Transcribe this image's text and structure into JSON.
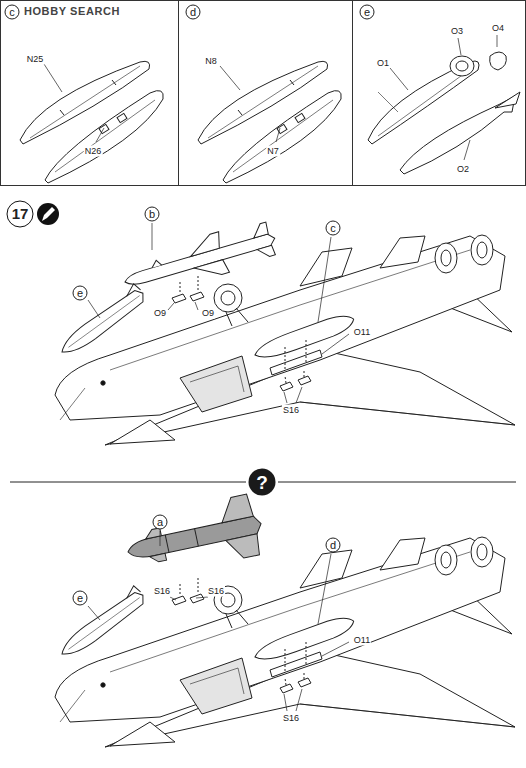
{
  "diagram": {
    "nodes": [
      {
        "text": [
          "c",
          "N25",
          "N26"
        ]
      },
      {
        "text": [
          "d",
          "N8",
          "N7"
        ]
      },
      {
        "text": [
          "e",
          "O1",
          "O3",
          "O4",
          "O2"
        ]
      }
    ],
    "labels": [
      "HOBBY SEARCH",
      "17",
      "b",
      "c",
      "e",
      "O9",
      "O9",
      "O11",
      "S16",
      "?",
      "a",
      "d",
      "e",
      "S16",
      "S16",
      "O11",
      "S16"
    ]
  }
}
